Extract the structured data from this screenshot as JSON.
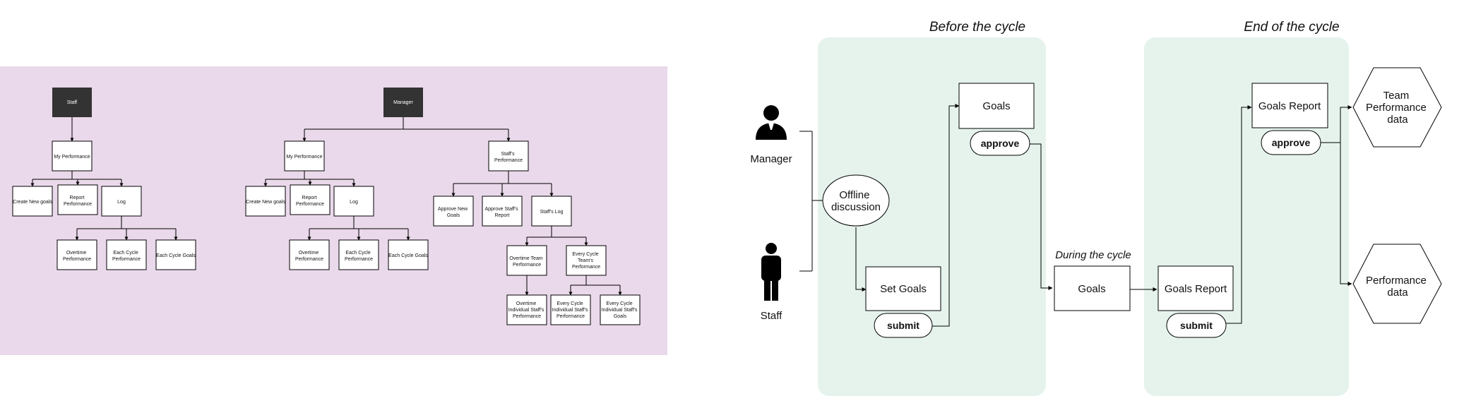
{
  "colors": {
    "tree_background": "#ead9ea",
    "phase_background": "#e5f3ec",
    "dark_node": "#333333",
    "line": "#000000"
  },
  "tree": {
    "staff": {
      "root": "Staff",
      "my_performance": "My Performance",
      "create_new_goals": "Create New goals",
      "report_performance": [
        "Report",
        "Performance"
      ],
      "log": "Log",
      "overtime_performance": [
        "Overtime",
        "Performance"
      ],
      "each_cycle_performance": [
        "Each Cycle",
        "Performance"
      ],
      "each_cycle_goals": "Each Cycle Goals"
    },
    "manager": {
      "root": "Manager",
      "my_performance": "My Performance",
      "create_new_goals": "Create New goals",
      "report_performance": [
        "Report",
        "Performance"
      ],
      "log": "Log",
      "overtime_performance": [
        "Overtime",
        "Performance"
      ],
      "each_cycle_performance": [
        "Each Cycle",
        "Performance"
      ],
      "each_cycle_goals": "Each Cycle Goals",
      "staffs_performance": [
        "Staff's",
        "Performance"
      ],
      "approve_new_goals": [
        "Approve New",
        "Goals"
      ],
      "approve_staffs_report": [
        "Approve Staff's",
        "Report"
      ],
      "staffs_log": "Staff's Log",
      "overtime_team_performance": [
        "Overtime Team",
        "Performance"
      ],
      "every_cycle_teams_performance": [
        "Every Cycle",
        "Team's",
        "Performance"
      ],
      "overtime_individual_staffs_performance": [
        "Overtime",
        "Individual Staff's",
        "Performance"
      ],
      "every_cycle_individual_staffs_performance": [
        "Every Cycle",
        "Individual Staff's",
        "Performance"
      ],
      "every_cycle_individual_staffs_goals": [
        "Every Cycle",
        "Individual Staff's",
        "Goals"
      ]
    }
  },
  "flow": {
    "phases": {
      "before": "Before the cycle",
      "during": "During the cycle",
      "end": "End of the cycle"
    },
    "actors": {
      "manager": "Manager",
      "staff": "Staff"
    },
    "offline_discussion": [
      "Offline",
      "discussion"
    ],
    "set_goals": "Set Goals",
    "submit_1": "submit",
    "goals_before": "Goals",
    "approve_1": "approve",
    "goals_during": "Goals",
    "goals_report_left": "Goals Report",
    "submit_2": "submit",
    "goals_report_top": "Goals Report",
    "approve_2": "approve",
    "team_performance_data": [
      "Team",
      "Performance",
      "data"
    ],
    "performance_data": [
      "Performance",
      "data"
    ]
  }
}
